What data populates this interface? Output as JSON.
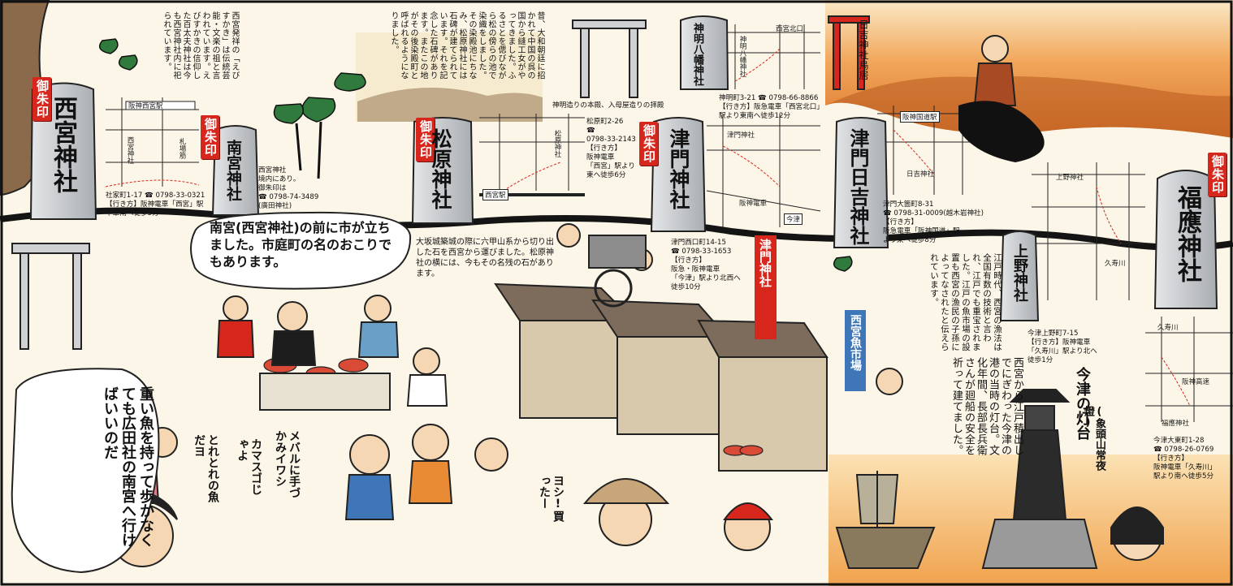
{
  "goshuin_label": "御朱印",
  "shrines": [
    {
      "stone": "西宮神社",
      "address": "社家町1-17 ☎ 0798-33-0321",
      "access": [
        "【行き方】阪神電車「西宮」駅",
        "下車南へ徒歩5分"
      ]
    },
    {
      "stone": "南宮神社",
      "address_lines": [
        "西宮神社",
        "境内にあり。",
        "御朱印は",
        "☎ 0798-74-3489",
        "(廣田神社)"
      ]
    },
    {
      "stone": "松原神社",
      "address_lines": [
        "松原町2-26",
        "☎",
        "0798-33-2143",
        "【行き方】",
        "阪神電車",
        "「西宮」駅より",
        "東へ徒歩6分"
      ]
    },
    {
      "stone": "津門神社",
      "address_lines": [
        "津門西口町14-15",
        "☎ 0798-33-1653",
        "【行き方】",
        "阪急・阪神電車",
        "「今津」駅より北西へ",
        "徒歩10分"
      ]
    },
    {
      "stone": "神明八幡神社",
      "address_lines": [
        "神明町3-21 ☎ 0798-66-8866",
        "【行き方】阪急電車「西宮北口」",
        "駅より東南へ徒歩12分"
      ],
      "caption": "神明造りの本殿、入母屋造りの拝殿"
    },
    {
      "stone": "津門日吉神社",
      "address_lines": [
        "津門大箇町8-31",
        "☎ 0798-31-0009(越木岩神社)",
        "【行き方】",
        "阪急電車「阪神国道」駅",
        "より東へ徒歩8分"
      ]
    },
    {
      "stone": "上野神社",
      "address_lines": [
        "今津上野町7-15",
        "【行き方】阪神電車",
        "「久寿川」駅より北へ",
        "徒歩1分"
      ]
    },
    {
      "stone": "福應神社",
      "address_lines": [
        "今津大東町1-28",
        "☎ 0798-26-0769",
        "【行き方】",
        "阪神電車「久寿川」",
        "駅より南へ徒歩5分"
      ]
    }
  ],
  "stories": {
    "ebisu": "西宮発祥の「えびすかき」は伝統芸能・文楽の祖と言われています。えびすかきの信仰した百太夫神社は今も西宮神社内に祀られています。",
    "matsubara": "昔、大和朝廷に招かれて中国の呉の国から縫工女がやってきました。ふるさとを偲びながら松の傍らの池で染織をしました。その染殿池にちなみ、松原神社には石碑が建てられています。それを記念した石碑があります。またこの地がその後染殿町と呼ばれるようになりました。",
    "hiyoshi_sign": "日吉神社鳥居",
    "ichi_bubble": "南宮(西宮神社)の前に市が立ちました。市庭町の名のおこりでもあります。",
    "osaka_castle": "大坂城築城の際に六甲山系から切り出した石を西宮から運びました。松原神社の横には、今もその名残の石があります。",
    "fishing": "江戸時代、西宮の漁法は全国有数の技術と言われ、江戸でも重宝されました。江戸の魚市場の設置も西宮の漁民の子孫によってなされたと伝えられています。",
    "lighthouse_story": "西宮から江戸積出しでにぎわった今津の港の当時の灯台。文化年間、長部長兵衛さんが廻船の安全を祈って建てました。"
  },
  "speech": {
    "fish_heavy": "重い魚を持って歩かなくても広田社の南宮へ行けばいいのだ",
    "fresh_fish": "とれとれの魚だヨ",
    "kamasu": "カマスゴじゃよ",
    "hand_caught": "メバルに手づかみイワシ",
    "yoshi": "ヨシ!買ったー"
  },
  "signs": {
    "tsuto_red": "津門神社",
    "fish_market": "西宮魚市場",
    "lighthouse": "今津の灯台",
    "lighthouse_sub": "(象頭山常夜燈)"
  },
  "map_labels": {
    "hanshin_nishinomiya": "阪神西宮駅",
    "nishinomiya_jinja": "西宮神社",
    "sapporo": "札場筋",
    "matsubara_jinja": "松原神社",
    "nishinomiya_ekimae": "西宮駅",
    "tsuto_jinja": "津門神社",
    "hanshin_line": "阪神電車",
    "imazu": "今津",
    "shinmei_jinja": "神明八幡神社",
    "hanshin_kokudo": "阪神国道駅",
    "hiyoshi_jinja": "日吉神社",
    "ueno_jinja": "上野神社",
    "kusugawa": "久寿川",
    "fukuou_jinja": "福應神社",
    "hanshin_kousoku": "阪神高速",
    "nishinomiya_kitaguchi": "西宮北口"
  },
  "colors": {
    "paper": "#fbf6e7",
    "goshuin_red": "#d7261c",
    "stone_gray": "#c9cccf",
    "road_black": "#141414",
    "sunset_orange": "#e9883a",
    "banner_blue": "#3f76b8"
  }
}
